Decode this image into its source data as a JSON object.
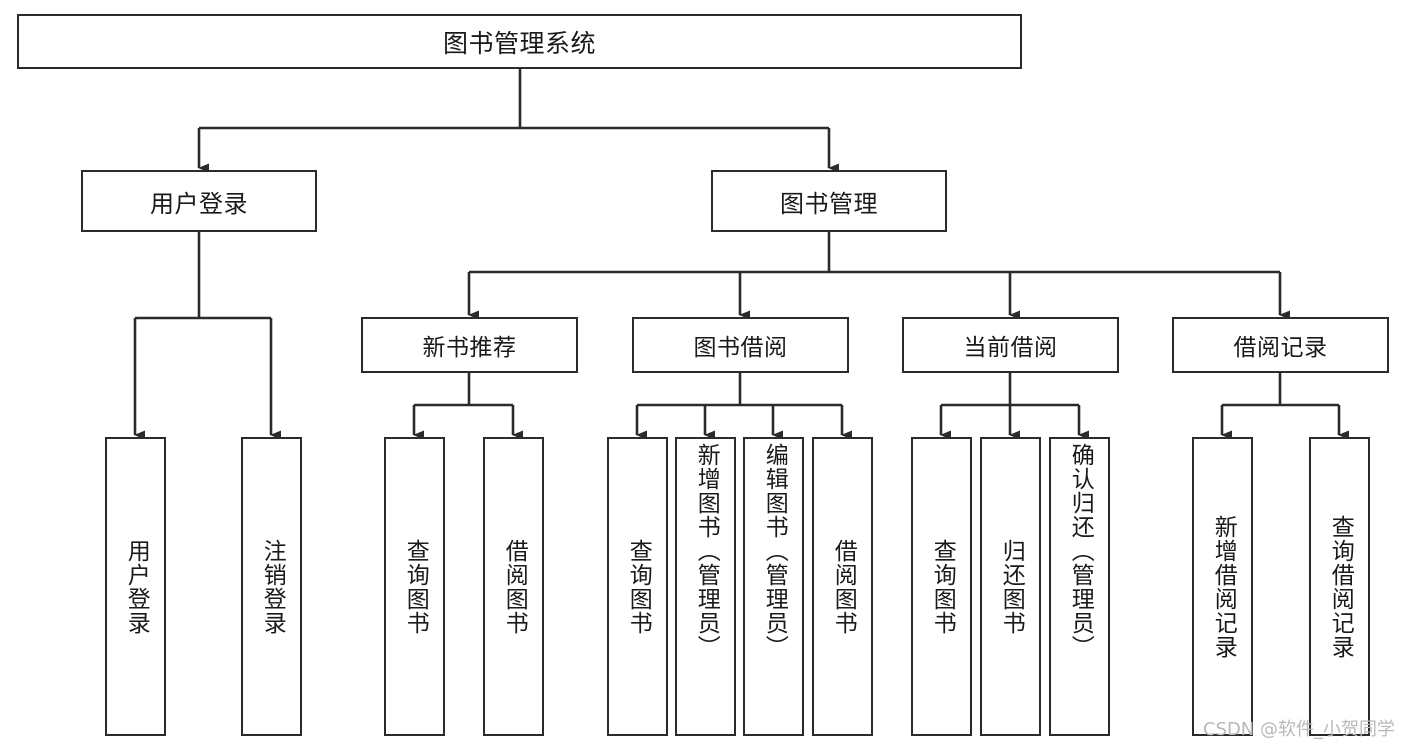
{
  "diagram": {
    "title": "图书管理系统",
    "type": "tree-hierarchy",
    "colors": {
      "box_border": "#2b2b2b",
      "box_fill": "#ffffff",
      "connector": "#2b2b2b",
      "text": "#1a1a1a",
      "watermark": "#b9b9b9"
    },
    "root": {
      "label": "图书管理系统"
    },
    "level2": [
      {
        "label": "用户登录"
      },
      {
        "label": "图书管理"
      }
    ],
    "level3": [
      {
        "label": "新书推荐"
      },
      {
        "label": "图书借阅"
      },
      {
        "label": "当前借阅"
      },
      {
        "label": "借阅记录"
      }
    ],
    "leaves": {
      "user_login": [
        {
          "label": "用户登录"
        },
        {
          "label": "注销登录"
        }
      ],
      "new_book_recommend": [
        {
          "label": "查询图书"
        },
        {
          "label": "借阅图书"
        }
      ],
      "book_borrow": [
        {
          "label": "查询图书"
        },
        {
          "label": "新增图书（管理员）"
        },
        {
          "label": "编辑图书（管理员）"
        },
        {
          "label": "借阅图书"
        }
      ],
      "current_borrow": [
        {
          "label": "查询图书"
        },
        {
          "label": "归还图书"
        },
        {
          "label": "确认归还（管理员）"
        }
      ],
      "borrow_record": [
        {
          "label": "新增借阅记录"
        },
        {
          "label": "查询借阅记录"
        }
      ]
    },
    "watermark": "CSDN @软件_小贺同学"
  }
}
